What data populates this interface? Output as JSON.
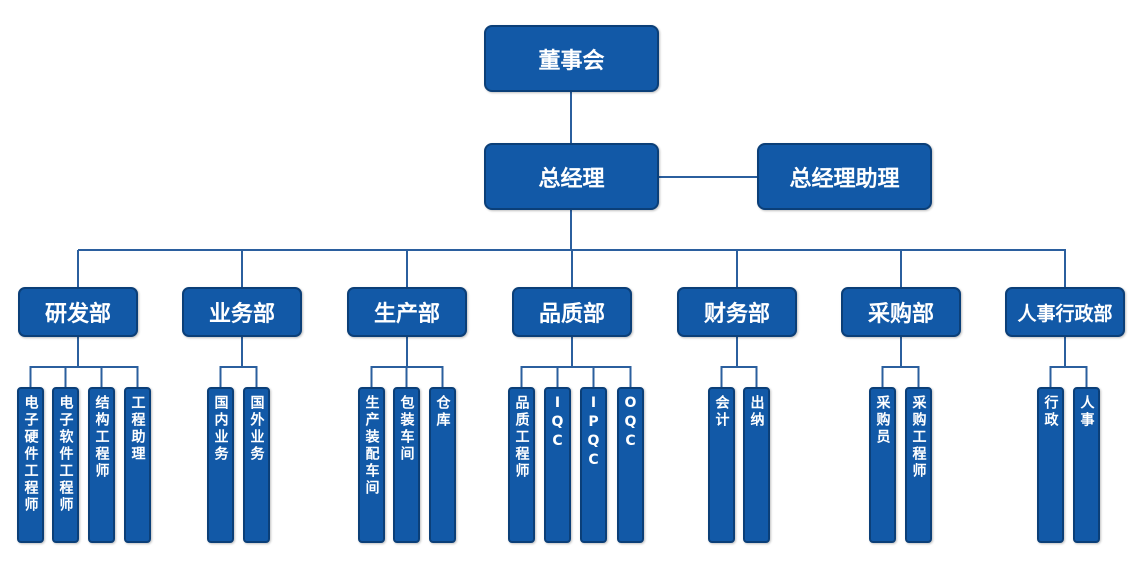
{
  "colors": {
    "box_fill": "#1259a7",
    "box_border": "#0b3f78",
    "line": "#2b5f9e",
    "text": "#ffffff",
    "background": "#ffffff"
  },
  "board": "董事会",
  "general_manager": "总经理",
  "assistant": "总经理助理",
  "departments": [
    {
      "name": "研发部",
      "children": [
        "电子硬件工程师",
        "电子软件工程师",
        "结构工程师",
        "工程助理"
      ]
    },
    {
      "name": "业务部",
      "children": [
        "国内业务",
        "国外业务"
      ]
    },
    {
      "name": "生产部",
      "children": [
        "生产装配车间",
        "包装车间",
        "仓库"
      ]
    },
    {
      "name": "品质部",
      "children": [
        "品质工程师",
        "IQC",
        "IPQC",
        "OQC"
      ]
    },
    {
      "name": "财务部",
      "children": [
        "会计",
        "出纳"
      ]
    },
    {
      "name": "采购部",
      "children": [
        "采购员",
        "采购工程师"
      ]
    },
    {
      "name": "人事行政部",
      "children": [
        "行政",
        "人事"
      ]
    }
  ]
}
